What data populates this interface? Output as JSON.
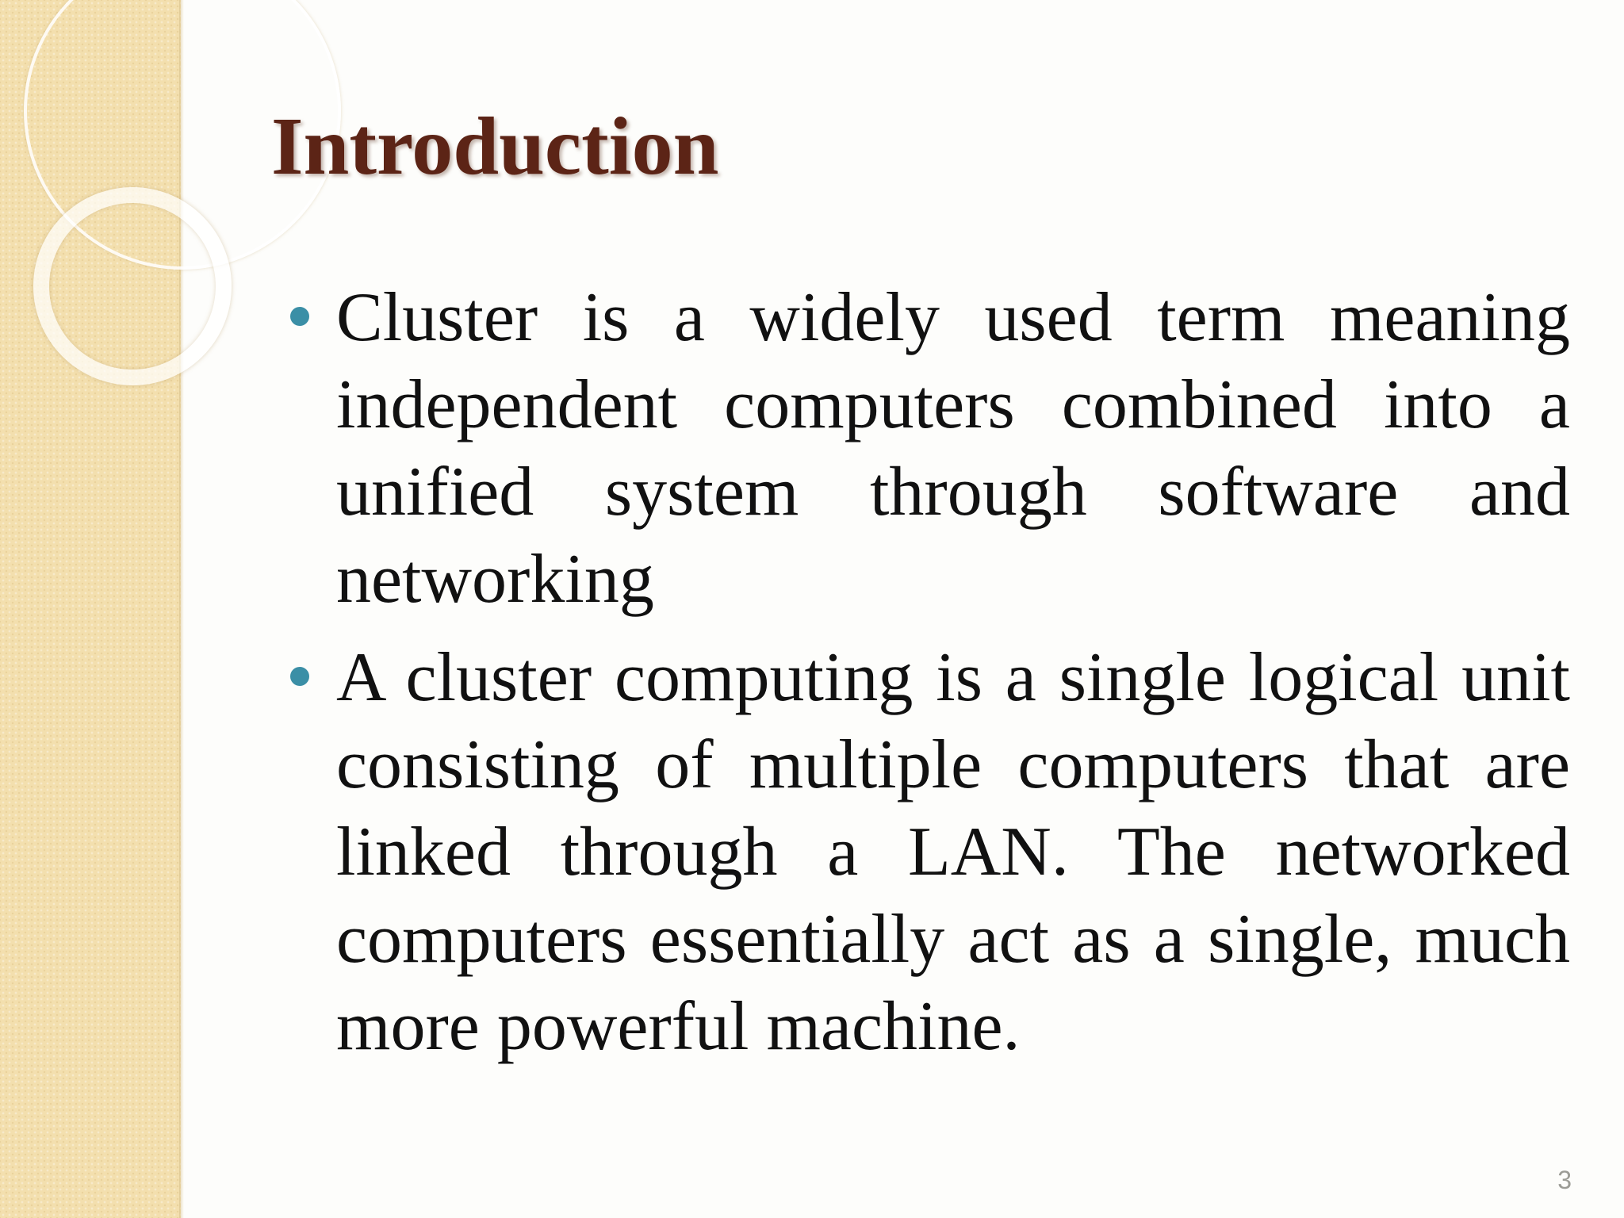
{
  "slide": {
    "title": "Introduction",
    "bullets": [
      {
        "icon": "bullet-dot",
        "text": "Cluster is a widely used term meaning independent computers combined into a unified system through software and networking"
      },
      {
        "icon": "bullet-dot",
        "text": "A cluster computing is a single logical unit consisting of multiple computers that are linked through a LAN. The networked computers essentially act as a single, much more powerful machine."
      }
    ],
    "page_number": "3"
  },
  "colors": {
    "title": "#5c2416",
    "bullet": "#3b8fa6",
    "body_text": "#111111",
    "left_band": "#f3dfae",
    "background": "#fdfdfb",
    "page_number": "#9c9c96"
  }
}
